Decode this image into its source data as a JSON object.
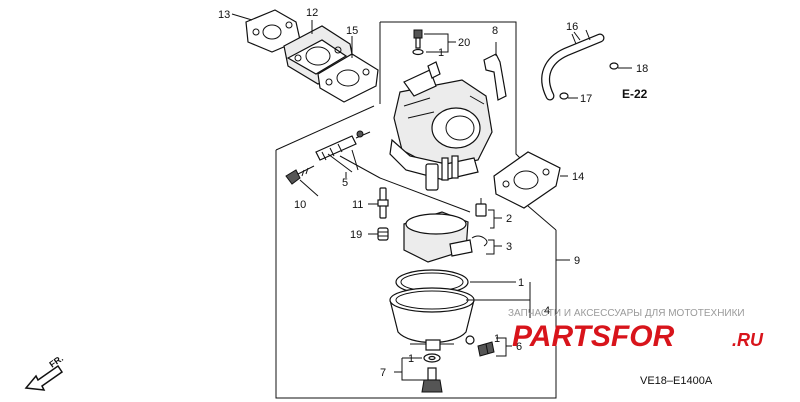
{
  "callouts": {
    "c13": "13",
    "c12": "12",
    "c15": "15",
    "c8": "8",
    "c20": "20",
    "c1_top": "1",
    "c16": "16",
    "c18": "18",
    "c17": "17",
    "c14": "14",
    "c5": "5",
    "c10": "10",
    "c11": "11",
    "c19": "19",
    "c2": "2",
    "c3": "3",
    "c9": "9",
    "c1_bowl": "1",
    "c4": "4",
    "c1_drain": "1",
    "c6": "6",
    "c1_bottom": "1",
    "c7": "7"
  },
  "reference": {
    "label": "E-22"
  },
  "diagram_code": "VE18–E1400A",
  "direction_label": "FR.",
  "watermark": {
    "tagline": "ЗАПЧАСТИ И АКСЕССУАРЫ ДЛЯ МОТОТЕХНИКИ",
    "brand": "PARTSFOR",
    "domain": ".RU"
  },
  "colors": {
    "watermark_red": "#d8141b",
    "tagline_gray": "#9a9a9a",
    "line": "#111111"
  }
}
